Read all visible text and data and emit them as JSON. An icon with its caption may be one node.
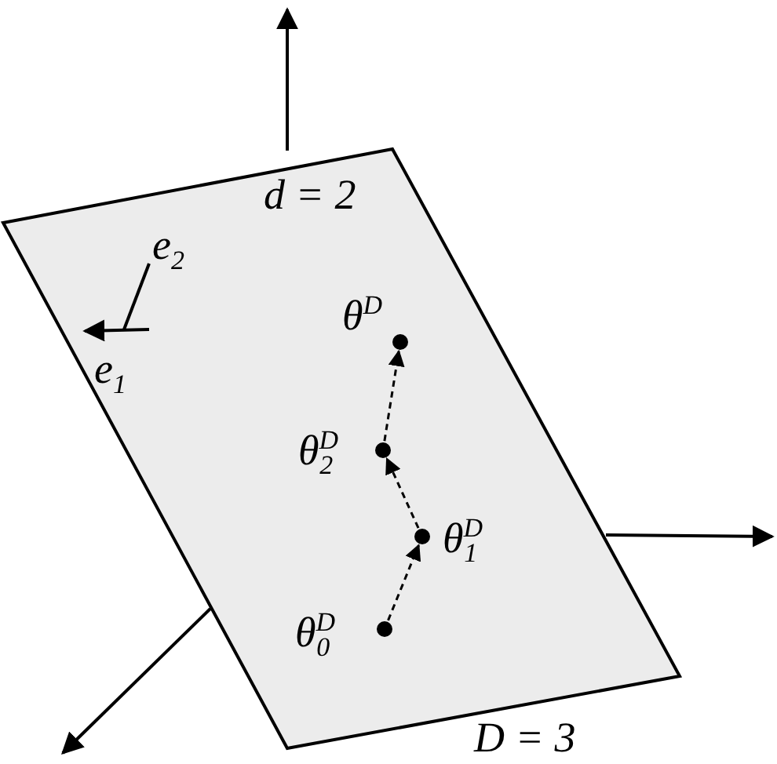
{
  "diagram": {
    "nodes": [
      {
        "text": [],
        "shape": "circle",
        "beside": [
          "θ$^{D}$"
        ]
      },
      {
        "text": [],
        "shape": "circle",
        "beside": [
          "θ$^{D}$$_{2}$"
        ]
      },
      {
        "text": [],
        "shape": "circle",
        "beside": [
          "θ$^{D}$$_{1}$"
        ]
      },
      {
        "text": [],
        "shape": "circle",
        "beside": [
          "θ$^{D}$$_{0}$"
        ]
      }
    ],
    "edges": [
      {
        "from": 3,
        "to": 2,
        "arrow": "to",
        "style": "dashed"
      },
      {
        "from": 2,
        "to": 1,
        "arrow": "to",
        "style": "dashed"
      },
      {
        "from": 1,
        "to": 0,
        "arrow": "to",
        "style": "dashed"
      }
    ],
    "labels": [
      "d = 2",
      "e$_{2}$",
      "e$_{1}$",
      "D = 3"
    ]
  }
}
